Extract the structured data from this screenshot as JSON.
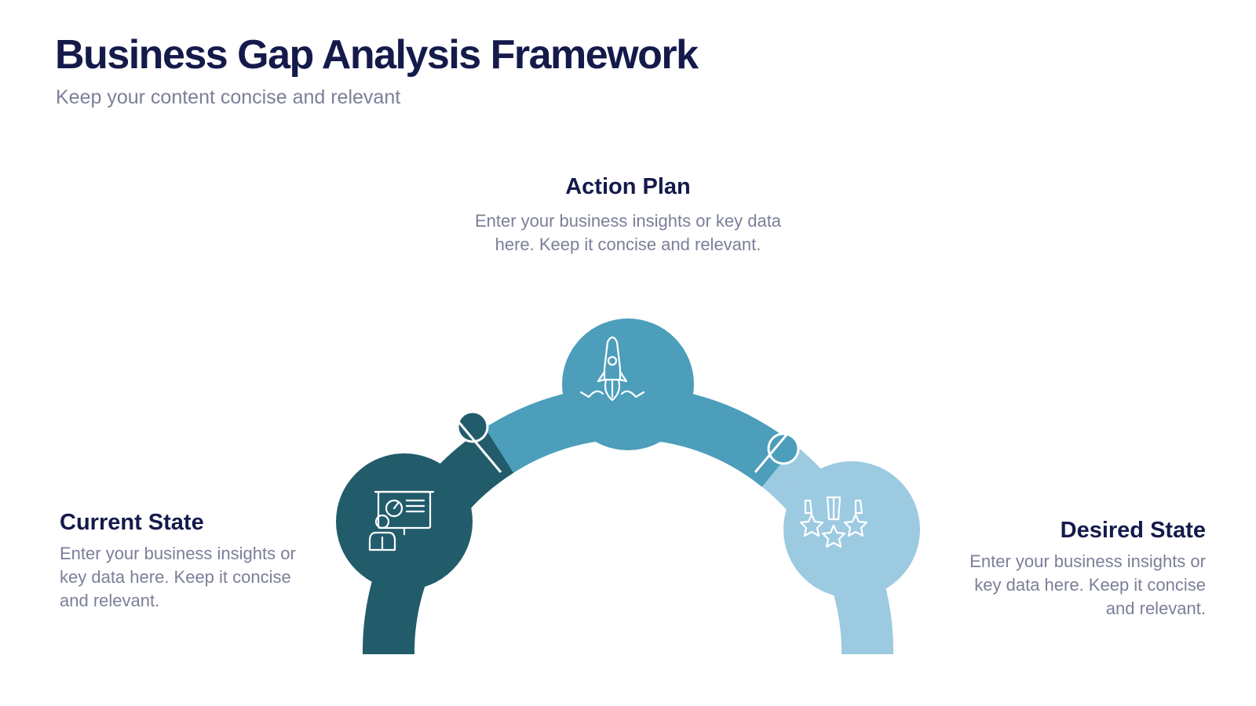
{
  "header": {
    "title": "Business Gap Analysis Framework",
    "subtitle": "Keep your content concise and relevant"
  },
  "steps": [
    {
      "title": "Current State",
      "text": "Enter your business insights or key data here. Keep it concise and relevant.",
      "icon": "presentation-icon",
      "color": "#225c6b"
    },
    {
      "title": "Action Plan",
      "text": "Enter your business insights or key data here. Keep it concise and relevant.",
      "icon": "rocket-icon",
      "color": "#4c9ebb"
    },
    {
      "title": "Desired State",
      "text": "Enter your business insights or key data here. Keep it concise and relevant.",
      "icon": "medals-icon",
      "color": "#9ccae1"
    }
  ]
}
